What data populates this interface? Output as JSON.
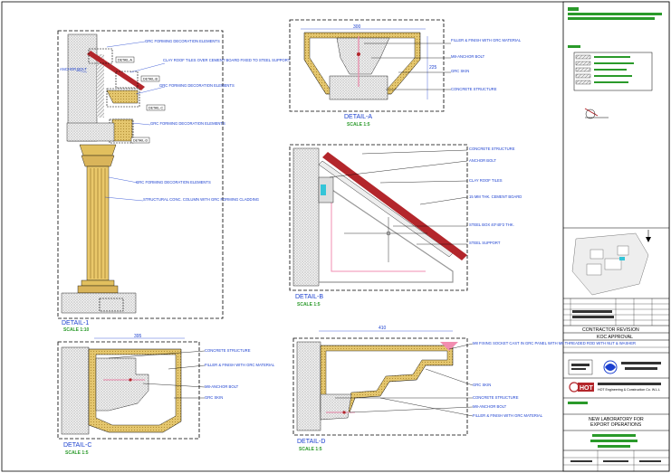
{
  "details": {
    "main_column": {
      "title": "DETAIL-1",
      "scale": "SCALE 1:10",
      "tags": [
        "DETAIL-A",
        "DETAIL-B",
        "DETAIL-C",
        "DETAIL-D"
      ],
      "labels": [
        "GRC FORMING DECORATION ELEMENTS",
        "CLAY ROOF TILES OVER CEMENT BOARD FIXED TO STEEL SUPPORT",
        "ANCHOR BOLT",
        "GRC FORMING DECORATION ELEMENTS",
        "GRC FORMING DECORATION ELEMENTS",
        "GRC FORMING DECORATION ELEMENTS",
        "STRUCTURAL CONC. COLUMN WITH GRC FORMING CLADDING"
      ]
    },
    "detail_a": {
      "title": "DETAIL-A",
      "scale": "SCALE 1:5",
      "dim_top": "300",
      "dim_side": "225",
      "labels": [
        "FILLER & FINISH WITH GRC MATERIAL",
        "M8-ANCHOR BOLT",
        "GRC SKIN",
        "CONCRETE STRUCTURE"
      ]
    },
    "detail_b": {
      "title": "DETAIL-B",
      "scale": "SCALE 1:5",
      "labels": [
        "CONCRETE STRUCTURE",
        "ANCHOR BOLT",
        "CLAY ROOF TILES",
        "15 MM THK. CEMENT BOARD",
        "STEEL BOX 40*40*2 THK.",
        "STEEL SUPPORT"
      ]
    },
    "detail_c": {
      "title": "DETAIL-C",
      "scale": "SCALE 1:5",
      "dim_top": "395",
      "labels": [
        "CONCRETE STRUCTURE",
        "FILLER & FINISH WITH GRC MATERIAL",
        "M8-ANCHOR BOLT",
        "GRC SKIN"
      ]
    },
    "detail_d": {
      "title": "DETAIL-D",
      "scale": "SCALE 1:5",
      "dim_top": "410",
      "labels": [
        "M8 FIXING SOCKET CAST IN GRC PANEL WITH M8 THREADED ROD WITH NUT & WASHER",
        "GRC SKIN",
        "CONCRETE STRUCTURE",
        "M8-ANCHOR BOLT",
        "FILLER & FINISH WITH GRC MATERIAL"
      ]
    }
  },
  "title_block": {
    "contractor_revision": "CONTRACTOR REVISION",
    "koc_approval": "KOC APPROVAL",
    "project_line1": "NEW LABORATORY FOR",
    "project_line2": "EXPORT OPERATIONS",
    "company_logo": "HOT",
    "company_name": "HOT Engineering & Construction Co. W.L.L"
  },
  "colors": {
    "line": "#000000",
    "label": "#1a3fcf",
    "scale": "#2a9a2a",
    "grc": "#d9b45a",
    "tile": "#b3262b",
    "hatch": "#888888",
    "pink": "#f28db0"
  }
}
